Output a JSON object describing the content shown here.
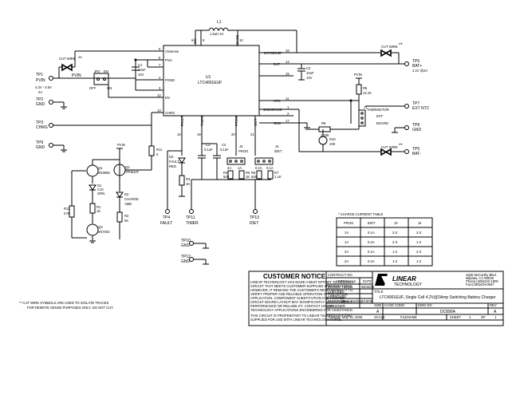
{
  "ic": {
    "ref": "U1",
    "part": "LTC4001EUF",
    "pins_left": [
      {
        "num": "5",
        "name": "Vinsense"
      },
      {
        "num": "6",
        "name": "PVin"
      },
      {
        "num": "7",
        "name": ""
      },
      {
        "num": "4",
        "name": "PGND"
      },
      {
        "num": "3",
        "name": ""
      },
      {
        "num": "12",
        "name": "EN"
      },
      {
        "num": "13",
        "name": "CHRG"
      }
    ],
    "pins_right": [
      {
        "num": "16",
        "name": "BATSENSE"
      },
      {
        "num": "14",
        "name": "BAT"
      },
      {
        "num": "15",
        "name": ""
      },
      {
        "num": "11",
        "name": "NTC"
      },
      {
        "num": "1",
        "name": "GNDSENSE"
      },
      {
        "num": "2",
        "name": ""
      },
      {
        "num": "17",
        "name": "GND"
      }
    ],
    "pins_top": [
      {
        "num": "8",
        "name": "SW"
      },
      {
        "num": "9",
        "name": ""
      },
      {
        "num": "10",
        "name": "SENSE"
      }
    ],
    "pins_bottom": [
      {
        "num": "18",
        "name": "FAULT"
      },
      {
        "num": "19",
        "name": "TIMER"
      },
      {
        "num": "20",
        "name": "PROG"
      },
      {
        "num": "21",
        "name": "IDET"
      }
    ]
  },
  "components": {
    "l1": {
      "ref": "L1",
      "value": "1.5uH 2A"
    },
    "c1": {
      "ref": "C1",
      "value": "10uF",
      "rating": "10V"
    },
    "c2": {
      "ref": "C2",
      "value": "10uF",
      "rating": "10V"
    },
    "c3": {
      "ref": "C3",
      "value": "0.1uF"
    },
    "c4": {
      "ref": "C4",
      "value": "0.1uF"
    },
    "c10": {
      "ref": "C10",
      "value": ""
    },
    "r1": {
      "ref": "R1",
      "value": "1K"
    },
    "r2": {
      "ref": "R2",
      "value": "5K"
    },
    "r3": {
      "ref": "R3",
      "value": "1K"
    },
    "r4": {
      "ref": "R4",
      "value": "549"
    },
    "r5": {
      "ref": "R5",
      "value": "1K"
    },
    "r6": {
      "ref": "R6",
      "value": "549"
    },
    "r7": {
      "ref": "R7",
      "value": "1.1K"
    },
    "r8": {
      "ref": "R8",
      "value": "12.1K"
    },
    "r9": {
      "ref": "R9",
      "value": "1.33K"
    },
    "r10": {
      "ref": "R10",
      "value": "10K"
    },
    "r11": {
      "ref": "R11",
      "value": "0"
    },
    "r12": {
      "ref": "R12",
      "value": "27K"
    },
    "r13": {
      "ref": "R3",
      "value": "1K"
    },
    "q1": {
      "ref": "Q1",
      "part": "2N3906"
    },
    "q2": {
      "ref": "Q2",
      "part": "TP0610T"
    },
    "q3": {
      "ref": "Q3",
      "part": "2N7002"
    },
    "d1": {
      "ref": "D1",
      "label": "GRN"
    },
    "d2": {
      "ref": "D2",
      "label": "CHARGE",
      "color": "AMB"
    },
    "d3": {
      "ref": "D3",
      "label": "FAULT",
      "color": "RED"
    },
    "jp2": {
      "ref": "JP2",
      "off": "OFF",
      "on": "ON",
      "en": "EN"
    },
    "jp3": {
      "ref": "J3",
      "label": "PROG",
      "opt_a": "2A",
      "opt_b": "1A"
    },
    "jp4": {
      "ref": "J4",
      "label": "IDET",
      "opt_a": "0.2A",
      "opt_b": "0.1A"
    },
    "jp1": {
      "ref": "J1",
      "opt_a": "THERMISTOR",
      "opt_b": "EXT",
      "opt_c": "BOARD"
    }
  },
  "nets": {
    "pvin": "PVIN",
    "pvin2": "PVIN",
    "pvin3": "PVIN"
  },
  "testpoints": [
    {
      "id": "TP1",
      "label": "PVIN",
      "note1": "4.3V - 5.5V",
      "note2": "2A"
    },
    {
      "id": "TP2",
      "label": "GND"
    },
    {
      "id": "TP3",
      "label": "CHRG"
    },
    {
      "id": "TP9",
      "label": "GND"
    },
    {
      "id": "TP4",
      "label": "FAULT"
    },
    {
      "id": "TP11",
      "label": "TIMER"
    },
    {
      "id": "TP13",
      "label": "IDET"
    },
    {
      "id": "TP10",
      "label": "GND"
    },
    {
      "id": "TP12",
      "label": "GND"
    },
    {
      "id": "TP6",
      "label": "BAT+",
      "note1": "4.2V @2A"
    },
    {
      "id": "TP7",
      "label": "EXT NTC"
    },
    {
      "id": "TP8",
      "label": "GND"
    },
    {
      "id": "TP5",
      "label": "BAT-"
    }
  ],
  "cut_wire": {
    "label": "CUT WIRE",
    "marks": "**"
  },
  "table": {
    "title": "* CHARGE CURRENT TABLE",
    "headers": [
      "PROG",
      "IDET",
      "J3",
      "J4"
    ],
    "rows": [
      [
        "1A",
        "0.1A",
        "2-3",
        "2-3"
      ],
      [
        "1A",
        "0.2A",
        "2-3",
        "1-2"
      ],
      [
        "2A",
        "0.1A",
        "1-2",
        "2-3"
      ],
      [
        "2A",
        "0.2A",
        "1-2",
        "1-2"
      ]
    ]
  },
  "footnote": {
    "line1": "** CUT WIRE SYMBOLS ARE USED TO ISOLATE TRACES",
    "line2": "FOR REMOTE SENSE PURPOSES ONLY. DO NOT CUT."
  },
  "notice": {
    "title": "CUSTOMER NOTICE",
    "lines": [
      "LINEAR TECHNOLOGY HAS MADE A BEST EFFORT TO DESIGN A",
      "CIRCUIT THAT MEETS CUSTOMER-SUPPLIED SPECIFICATIONS;",
      "HOWEVER, IT REMAINS THE CUSTOMER'S RESPONSIBILITY TO",
      "VERIFY PROPER AND RELIABLE OPERATION IN THE ACTUAL",
      "APPLICATION. COMPONENT SUBSTITUTION AND PRINTED",
      "CIRCUIT BOARD LAYOUT MAY SIGNIFICANTLY AFFECT CIRCUIT",
      "PERFORMANCE OR RELIABILITY. CONTACT LINEAR",
      "TECHNOLOGY APPLICATIONS ENGINEERING FOR ASSISTANCE.",
      "THIS CIRCUIT IS PROPRIETARY TO LINEAR TECHNOLOGY AND",
      "SUPPLIED FOR USE WITH LINEAR TECHNOLOGY PARTS."
    ]
  },
  "titleblock": {
    "contract_no": "CONTRACT NO.",
    "approvals": "APPROVALS",
    "date": "DATE",
    "drawn": "DRAWN",
    "drawn_by": "Halyan",
    "drawn_date": "08/19/05",
    "checked": "CHECKED",
    "approved": "APPROVED",
    "engineer": "ENGINEER",
    "engineer_name": "Mark Guntley",
    "engineer_date": "8/19/05",
    "designer": "DESIGNER",
    "company": "LINEAR",
    "company_sub": "TECHNOLOGY",
    "address1": "1630 McCarthy Blvd.",
    "address2": "Milpitas, CA 95035",
    "address3": "Phone:(408)432-1900",
    "address4": "Fax:(408)434-0507",
    "title_label": "TITLE",
    "title": "LTC4001EUF, Single Cell 4.2V@2Amp Switching Battery Charger",
    "size_label": "SIZE",
    "size": "A",
    "cage_label": "CAGE CODE",
    "dwg_label": "DWG NO",
    "dwg": "DC890A",
    "rev_label": "REV",
    "rev": "A",
    "scale_label": "SCALE",
    "filename_label": "FILENAME",
    "sheet_label": "SHEET",
    "sheet": "1",
    "of_label": "OF",
    "of": "1",
    "date_printed": "Tuesday, May 16, 2006"
  }
}
